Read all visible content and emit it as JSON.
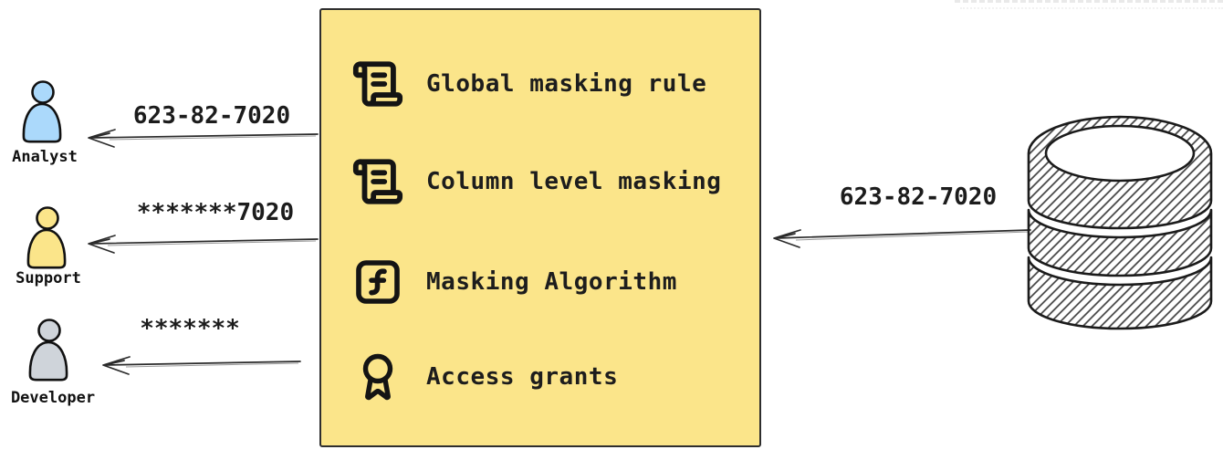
{
  "actors": [
    {
      "label": "Analyst",
      "received_value": "623-82-7020",
      "fill": "#ABD9FB"
    },
    {
      "label": "Support",
      "received_value": "*******7020",
      "fill": "#FBE58A"
    },
    {
      "label": "Developer",
      "received_value": "*******",
      "fill": "#CFD4DA"
    }
  ],
  "masking_box": {
    "background": "#FBE58A",
    "items": [
      {
        "icon": "scroll-text-icon",
        "label": "Global masking rule"
      },
      {
        "icon": "scroll-text-icon",
        "label": "Column level masking"
      },
      {
        "icon": "function-icon",
        "label": "Masking Algorithm"
      },
      {
        "icon": "award-icon",
        "label": "Access grants"
      }
    ]
  },
  "database": {
    "outgoing_value": "623-82-7020"
  },
  "colors": {
    "ink": "#2a2a2a",
    "hatch": "#3f3f3f"
  }
}
